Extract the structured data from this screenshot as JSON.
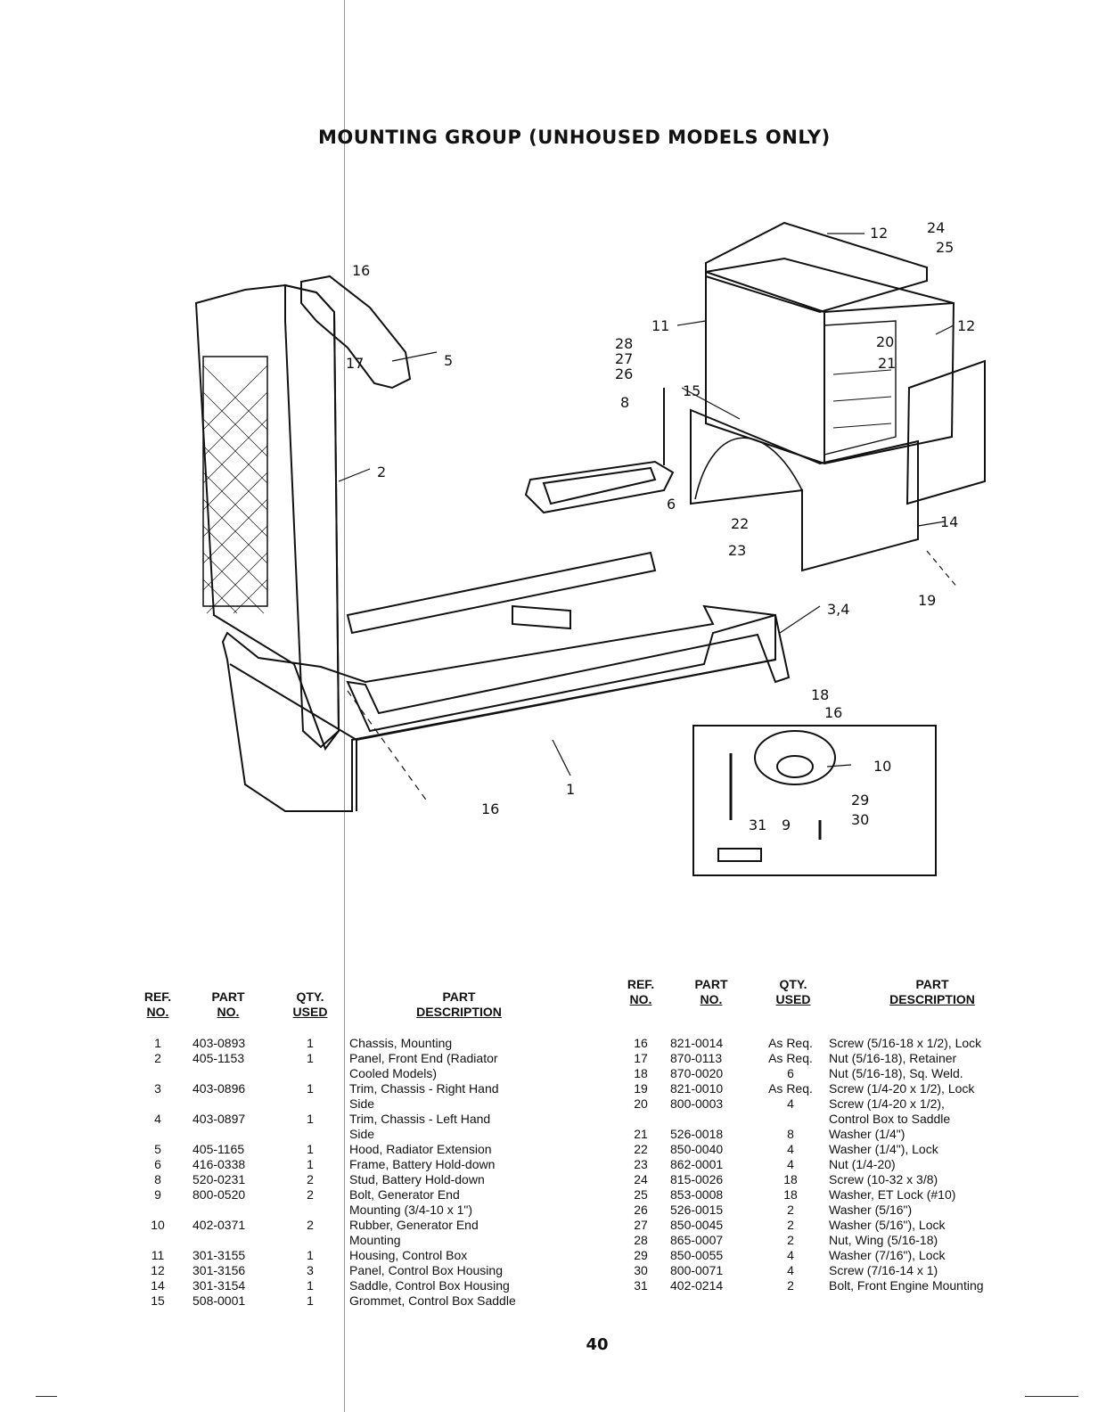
{
  "page": {
    "title": "MOUNTING GROUP (UNHOUSED MODELS ONLY)",
    "page_number": "40"
  },
  "diagram": {
    "callouts": [
      "16",
      "5",
      "17",
      "2",
      "11",
      "28",
      "27",
      "26",
      "8",
      "15",
      "12",
      "24",
      "25",
      "12",
      "20",
      "21",
      "6",
      "22",
      "23",
      "14",
      "19",
      "3,4",
      "18",
      "16",
      "10",
      "29",
      "30",
      "31",
      "9",
      "1",
      "16"
    ]
  },
  "table_headers": {
    "ref": [
      "REF.",
      "NO."
    ],
    "part": [
      "PART",
      "NO."
    ],
    "qty": [
      "QTY.",
      "USED"
    ],
    "desc": [
      "PART",
      "DESCRIPTION"
    ]
  },
  "parts_left": [
    {
      "ref": "1",
      "part": "403-0893",
      "qty": "1",
      "desc": "Chassis, Mounting"
    },
    {
      "ref": "2",
      "part": "405-1153",
      "qty": "1",
      "desc": "Panel, Front End (Radiator\n   Cooled Models)"
    },
    {
      "ref": "3",
      "part": "403-0896",
      "qty": "1",
      "desc": "Trim, Chassis - Right Hand\n   Side"
    },
    {
      "ref": "4",
      "part": "403-0897",
      "qty": "1",
      "desc": "Trim, Chassis - Left Hand\n   Side"
    },
    {
      "ref": "5",
      "part": "405-1165",
      "qty": "1",
      "desc": "Hood, Radiator Extension"
    },
    {
      "ref": "6",
      "part": "416-0338",
      "qty": "1",
      "desc": "Frame, Battery Hold-down"
    },
    {
      "ref": "8",
      "part": "520-0231",
      "qty": "2",
      "desc": "Stud, Battery Hold-down"
    },
    {
      "ref": "9",
      "part": "800-0520",
      "qty": "2",
      "desc": "Bolt, Generator End\n   Mounting (3/4-10 x 1\")"
    },
    {
      "ref": "10",
      "part": "402-0371",
      "qty": "2",
      "desc": "Rubber, Generator End\n   Mounting"
    },
    {
      "ref": "11",
      "part": "301-3155",
      "qty": "1",
      "desc": "Housing, Control Box"
    },
    {
      "ref": "12",
      "part": "301-3156",
      "qty": "3",
      "desc": "Panel, Control Box Housing"
    },
    {
      "ref": "14",
      "part": "301-3154",
      "qty": "1",
      "desc": "Saddle, Control Box Housing"
    },
    {
      "ref": "15",
      "part": "508-0001",
      "qty": "1",
      "desc": "Grommet, Control Box Saddle"
    }
  ],
  "parts_right": [
    {
      "ref": "16",
      "part": "821-0014",
      "qty": "As Req.",
      "desc": "Screw (5/16-18 x 1/2), Lock"
    },
    {
      "ref": "17",
      "part": "870-0113",
      "qty": "As Req.",
      "desc": "Nut (5/16-18), Retainer"
    },
    {
      "ref": "18",
      "part": "870-0020",
      "qty": "6",
      "desc": "Nut (5/16-18), Sq. Weld."
    },
    {
      "ref": "19",
      "part": "821-0010",
      "qty": "As Req.",
      "desc": "Screw (1/4-20 x 1/2), Lock"
    },
    {
      "ref": "20",
      "part": "800-0003",
      "qty": "4",
      "desc": "Screw (1/4-20 x 1/2),\n   Control Box to Saddle"
    },
    {
      "ref": "21",
      "part": "526-0018",
      "qty": "8",
      "desc": "Washer (1/4\")"
    },
    {
      "ref": "22",
      "part": "850-0040",
      "qty": "4",
      "desc": "Washer (1/4\"), Lock"
    },
    {
      "ref": "23",
      "part": "862-0001",
      "qty": "4",
      "desc": "Nut (1/4-20)"
    },
    {
      "ref": "24",
      "part": "815-0026",
      "qty": "18",
      "desc": "Screw (10-32 x 3/8)"
    },
    {
      "ref": "25",
      "part": "853-0008",
      "qty": "18",
      "desc": "Washer, ET Lock (#10)"
    },
    {
      "ref": "26",
      "part": "526-0015",
      "qty": "2",
      "desc": "Washer (5/16\")"
    },
    {
      "ref": "27",
      "part": "850-0045",
      "qty": "2",
      "desc": "Washer (5/16\"), Lock"
    },
    {
      "ref": "28",
      "part": "865-0007",
      "qty": "2",
      "desc": "Nut, Wing (5/16-18)"
    },
    {
      "ref": "29",
      "part": "850-0055",
      "qty": "4",
      "desc": "Washer (7/16\"), Lock"
    },
    {
      "ref": "30",
      "part": "800-0071",
      "qty": "4",
      "desc": "Screw (7/16-14 x 1)"
    },
    {
      "ref": "31",
      "part": "402-0214",
      "qty": "2",
      "desc": "Bolt, Front Engine Mounting"
    }
  ]
}
